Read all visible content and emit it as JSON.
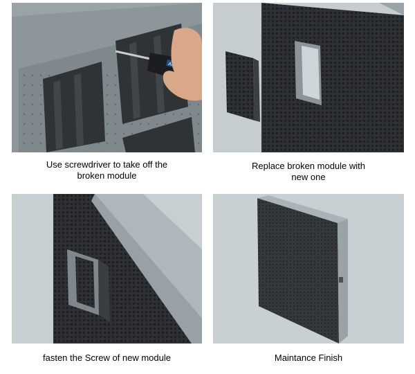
{
  "steps": [
    {
      "caption": "Use screwdriver to take off the\nbroken module",
      "tool_brand": "AUTOROX"
    },
    {
      "caption": "Replace broken module with\nnew one"
    },
    {
      "caption": "fasten the Screw of new module"
    },
    {
      "caption": "Maintance Finish"
    }
  ],
  "colors": {
    "background": "#ffffff",
    "panel_metal": "#8e979c",
    "module_dark": "#2b2e31",
    "cabinet_light": "#b9c2c7",
    "sky": "#cdd3d6"
  }
}
